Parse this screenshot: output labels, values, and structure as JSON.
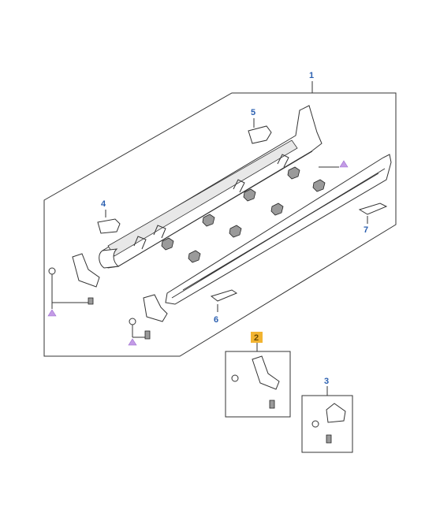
{
  "callouts": [
    {
      "id": "1",
      "label": "1",
      "highlight": false
    },
    {
      "id": "2",
      "label": "2",
      "highlight": true
    },
    {
      "id": "3",
      "label": "3",
      "highlight": false
    },
    {
      "id": "4",
      "label": "4",
      "highlight": false
    },
    {
      "id": "5",
      "label": "5",
      "highlight": false
    },
    {
      "id": "6",
      "label": "6",
      "highlight": false
    },
    {
      "id": "7",
      "label": "7",
      "highlight": false
    }
  ],
  "colors": {
    "callout_text": "#2a5fb0",
    "callout_highlight_bg": "#f2b431",
    "reference_marker": "#c39be6",
    "line": "#333333"
  }
}
